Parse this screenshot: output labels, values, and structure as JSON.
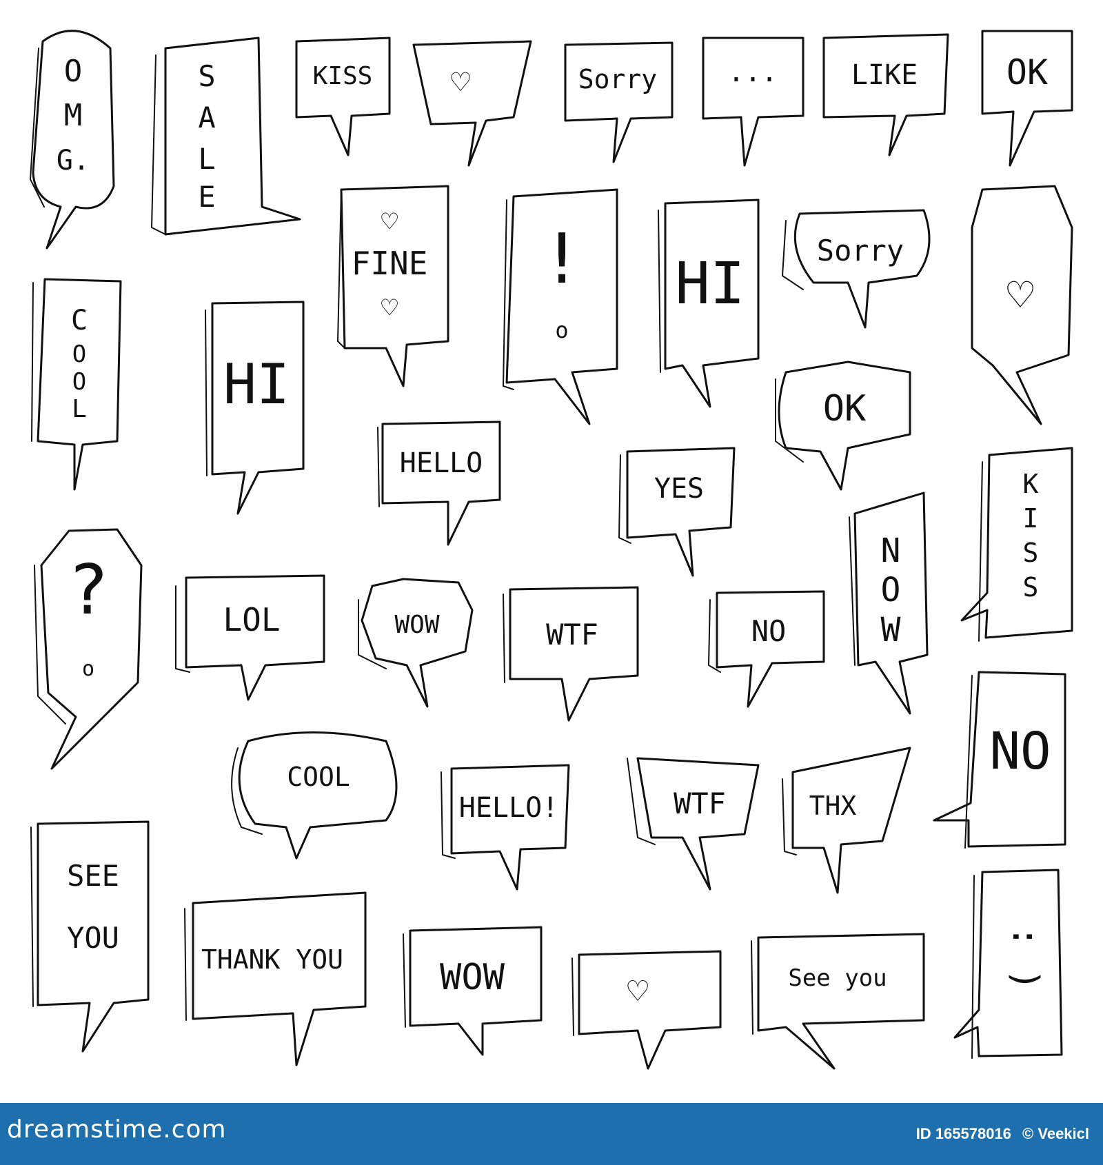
{
  "bubbles": {
    "omg": {
      "line1": "O",
      "line2": "M",
      "line3": "G."
    },
    "sale": {
      "line1": "S",
      "line2": "A",
      "line3": "L",
      "line4": "E"
    },
    "kiss_top": "KISS",
    "heart_top": "♡",
    "sorry_top": "Sorry",
    "dots": "...",
    "like": "LIKE",
    "ok_top": "OK",
    "fine": {
      "heart1": "♡",
      "label": "FINE",
      "heart2": "♡"
    },
    "exclaim": {
      "bar": "!",
      "dot": "o"
    },
    "hi_mid": "HI",
    "sorry_mid": "Sorry",
    "heart_right": "♡",
    "cool_vertical": {
      "line1": "C",
      "line2": "O",
      "line3": "O",
      "line4": "L"
    },
    "hi_left": "HI",
    "ok_mid": "OK",
    "hello_mid": "HELLO",
    "yes": "YES",
    "question": {
      "mark": "?",
      "dot": "o"
    },
    "lol": "LOL",
    "wow_small": "WOW",
    "wtf_mid": "WTF",
    "no_small": "NO",
    "now": {
      "line1": "N",
      "line2": "O",
      "line3": "W"
    },
    "kiss_right": {
      "line1": "K",
      "line2": "I",
      "line3": "S",
      "line4": "S"
    },
    "no_right": "NO",
    "cool_round": "COOL",
    "hello_bang": "HELLO!",
    "wtf_low": "WTF",
    "thx": "THX",
    "see_you_box": {
      "line1": "SEE",
      "line2": "YOU"
    },
    "thank_you": "THANK YOU",
    "wow_big": "WOW",
    "heart_low": "♡",
    "see_you_lower": "See you",
    "smiley": ": )"
  },
  "footer": {
    "brand": "dreamstime.com",
    "id_text": "ID 165578016",
    "author": "© Veekicl"
  },
  "colors": {
    "ink": "#111111",
    "footer_bg": "#1d6fae",
    "footer_text": "#ffffff"
  }
}
